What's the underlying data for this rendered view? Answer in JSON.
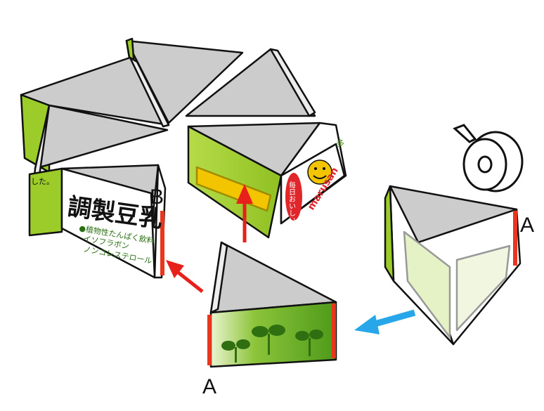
{
  "labels": {
    "top_a": "A",
    "bottom_a": "A",
    "b": "B"
  },
  "carton_text": {
    "headline": "調製豆乳",
    "sub1": "●植物性たんぱく飲料",
    "sub2": "イソフラボン",
    "sub3": "ノンコレステロール",
    "brand": "marusan",
    "tagline": "毎日おいしい",
    "fragment": "した。",
    "side_fragment": "多"
  },
  "colors": {
    "carton_green": "#9ccc2a",
    "dark_green": "#4f8f1a",
    "interior_gray": "#cccccc",
    "tab_red": "#e8371c",
    "arrow_red": "#e8201c",
    "arrow_blue": "#27a6ea",
    "smiley_yellow": "#f2c500",
    "tape_white": "#ffffff"
  },
  "icons": [
    "tape-roll-icon",
    "smiley-logo-icon",
    "sprout-icon"
  ]
}
